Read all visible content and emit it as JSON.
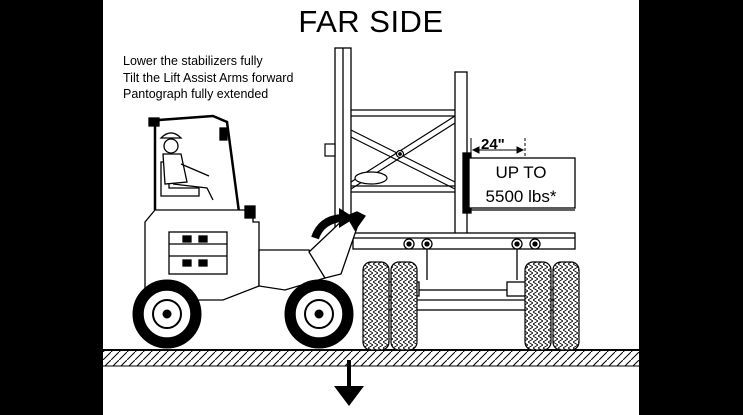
{
  "title": "FAR SIDE",
  "instructions": [
    "Lower the stabilizers fully",
    "Tilt the Lift Assist Arms forward",
    "Pantograph fully extended"
  ],
  "dimension_label": "24\"",
  "capacity": {
    "line1": "UP TO",
    "line2": "5500 lbs*"
  },
  "icons": [
    "forklift-icon",
    "operator-icon",
    "curved-arrow-icon",
    "down-arrow-icon",
    "trailer-icon",
    "pallet-load-icon"
  ],
  "colors": {
    "background": "#000000",
    "panel": "#ffffff",
    "ink": "#000000"
  }
}
